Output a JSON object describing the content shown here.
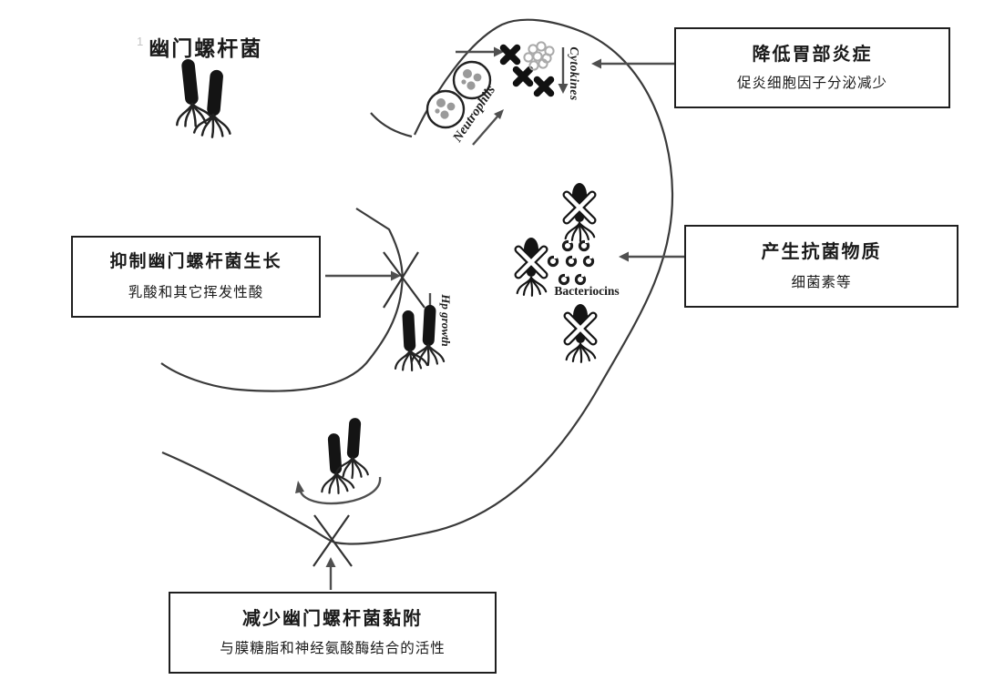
{
  "colors": {
    "ink": "#3a3a3a",
    "text": "#1a1a1a",
    "arrow": "#4f4f4f",
    "ring_gray": "#aaaaaa",
    "cell_blob_gray": "#9a9a9a",
    "background": "#ffffff"
  },
  "hp_label": {
    "artifact": "1",
    "text": "幽门螺杆菌"
  },
  "boxes": {
    "inflammation": {
      "title": "降低胃部炎症",
      "subtitle": "促炎细胞因子分泌减少"
    },
    "antimicrobial": {
      "title": "产生抗菌物质",
      "subtitle": "细菌素等"
    },
    "growth": {
      "title": "抑制幽门螺杆菌生长",
      "subtitle": "乳酸和其它挥发性酸"
    },
    "adhesion": {
      "title": "减少幽门螺杆菌黏附",
      "subtitle": "与膜糖脂和神经氨酸酶结合的活性"
    }
  },
  "annotations": {
    "neutrophils": "Neutrophils",
    "cytokines": "Cytokines",
    "hp_growth": "Hp growth",
    "bacteriocins": "Bacteriocins"
  },
  "icons": {
    "hpylori-bacterium": "black rod with flagella tuft",
    "killed-bacterium": "bacterium crossed by outlined white X",
    "neutrophil-cell": "circle containing gray granules",
    "cytokine-cross": "bold black four-lobe cross",
    "cytokine-ring-cluster": "cluster of light-gray hollow rings",
    "bacteriocin-granule": "small dark hollow bead",
    "inhibition-x": "thin crossed lines over stomach wall",
    "rotation-arrow": "curved arc arrow under bacteria"
  }
}
